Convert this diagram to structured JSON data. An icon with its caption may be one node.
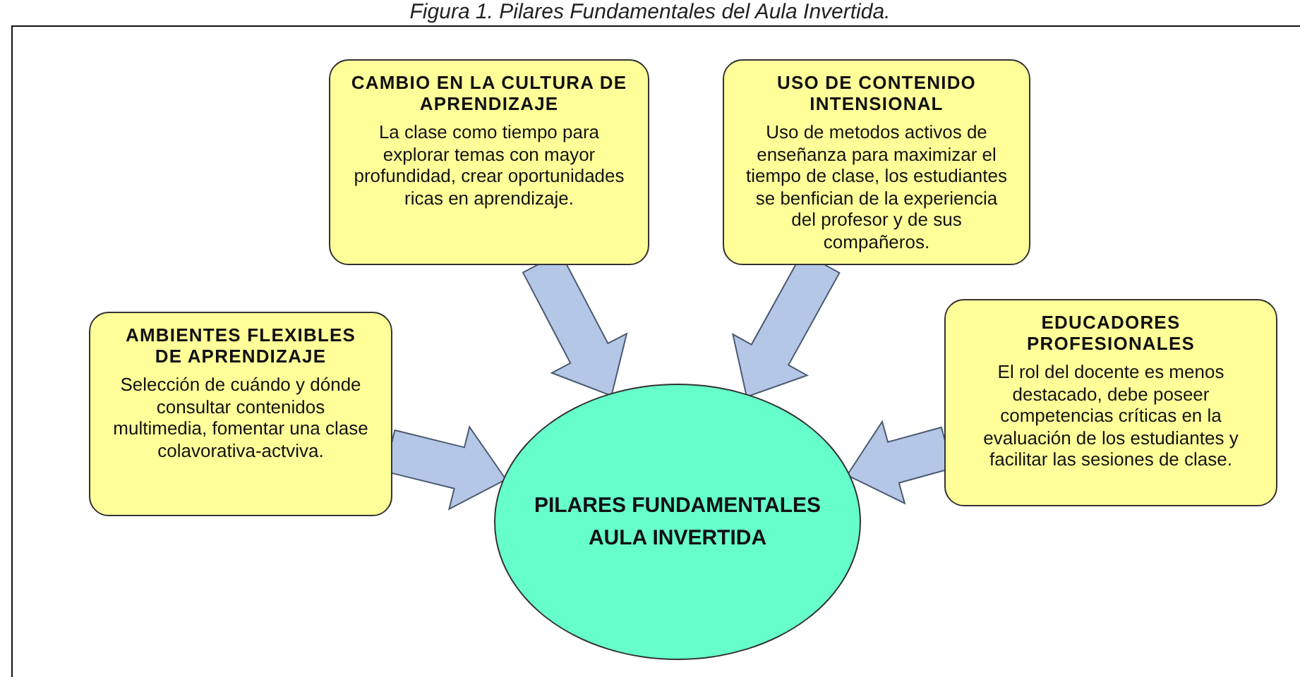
{
  "diagram": {
    "title": "Figura 1. Pilares Fundamentales del Aula Invertida.",
    "nodes": [
      {
        "text": [
          "CAMBIO EN LA CULTURA DE APRENDIZAJE",
          "La clase como tiempo para explorar temas con mayor profundidad, crear oportunidades ricas en aprendizaje."
        ]
      },
      {
        "text": [
          "USO DE CONTENIDO INTENSIONAL",
          "Uso de metodos activos de enseñanza para maximizar el tiempo de clase, los estudiantes se benfician de la experiencia del profesor y de sus compañeros."
        ]
      },
      {
        "text": [
          "AMBIENTES FLEXIBLES DE APRENDIZAJE",
          "Selección de cuándo y dónde consultar contenidos multimedia, fomentar una clase colavorativa-actviva."
        ]
      },
      {
        "text": [
          "EDUCADORES PROFESIONALES",
          "El rol del docente es menos destacado, debe poseer competencias críticas en la evaluación de los estudiantes y facilitar las sesiones de clase."
        ]
      },
      {
        "text": [
          "PILARES FUNDAMENTALES",
          "AULA INVERTIDA"
        ]
      }
    ],
    "edges": [
      {
        "from": 0,
        "to": 4,
        "arrow": "to",
        "style": "thick"
      },
      {
        "from": 1,
        "to": 4,
        "arrow": "to",
        "style": "thick"
      },
      {
        "from": 2,
        "to": 4,
        "arrow": "to",
        "style": "thick"
      },
      {
        "from": 3,
        "to": 4,
        "arrow": "to",
        "style": "thick"
      }
    ]
  }
}
